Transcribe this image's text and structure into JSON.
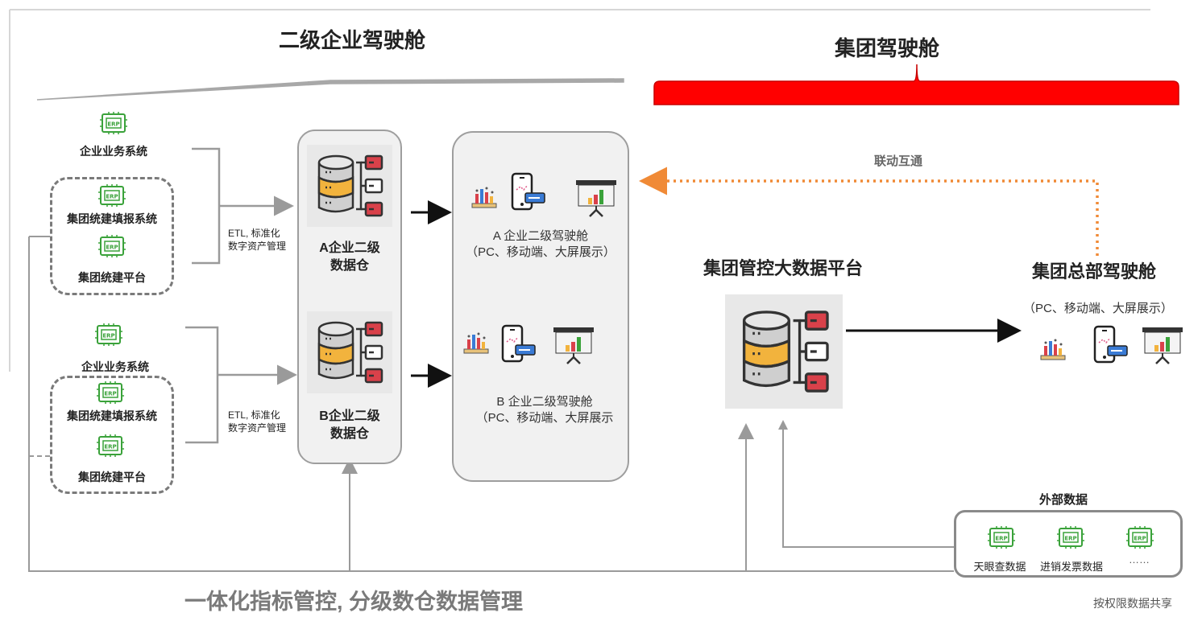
{
  "headings": {
    "secondary_cockpit": "二级企业驾驶舱",
    "group_cockpit": "集团驾驶舱",
    "bottom_caption": "一体化指标管控, 分级数仓数据管理",
    "share_note": "按权限数据共享"
  },
  "left_sources": {
    "group_a": {
      "top": "企业业务系统",
      "fill": "集团统建填报系统",
      "platform": "集团统建平台"
    },
    "group_b": {
      "top": "企业业务系统",
      "fill": "集团统建填报系统",
      "platform": "集团统建平台"
    },
    "etl_a": [
      "ETL, 标准化",
      "数字资产管理"
    ],
    "etl_b": [
      "ETL, 标准化",
      "数字资产管理"
    ]
  },
  "warehouses": {
    "a": [
      "A企业二级",
      "数据仓"
    ],
    "b": [
      "B企业二级",
      "数据仓"
    ]
  },
  "cockpits": {
    "a": [
      "A 企业二级驾驶舱",
      "（PC、移动端、大屏展示）"
    ],
    "b": [
      "B 企业二级驾驶舱",
      "（PC、移动端、大屏展示"
    ]
  },
  "platform": {
    "title": "集团管控大数据平台",
    "link_label": "联动互通"
  },
  "hq_cockpit": {
    "title": "集团总部驾驶舱",
    "sub": "（PC、移动端、大屏展示）"
  },
  "external": {
    "title": "外部数据",
    "items": [
      "天眼查数据",
      "进销发票数据",
      "……"
    ]
  },
  "icons": {
    "erp": "erp-chip-icon",
    "database": "database-icon",
    "bar_chart": "bar-chart-icon",
    "mobile": "mobile-phone-icon",
    "presentation": "presentation-board-icon"
  },
  "colors": {
    "red_banner": "#ff0000",
    "orange_link": "#f08a36",
    "erp_green": "#3aa23a",
    "db_red": "#d9414a",
    "db_yellow": "#f2b33d",
    "panel_gray": "#f1f1f1"
  }
}
